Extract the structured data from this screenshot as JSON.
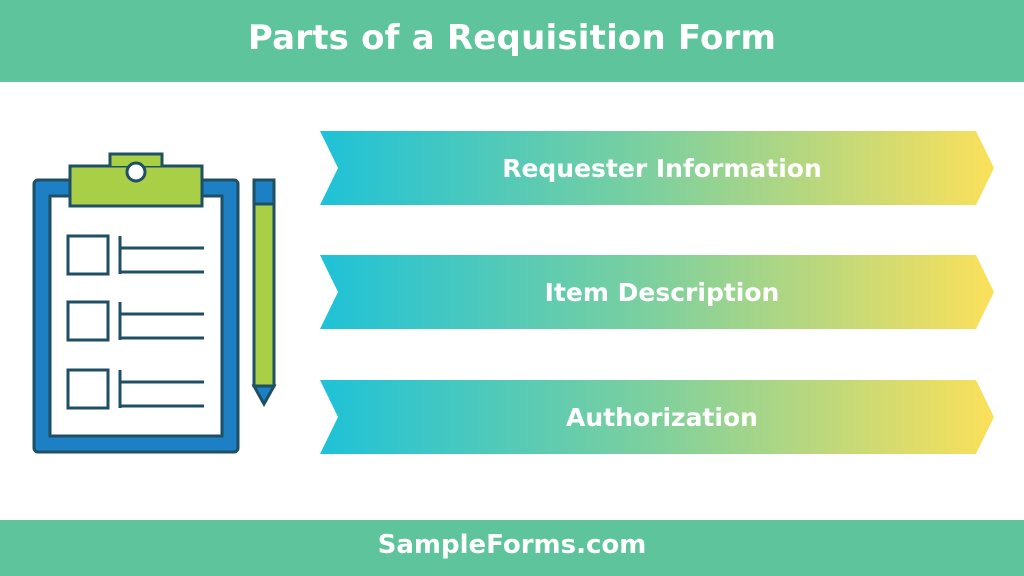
{
  "header": {
    "title": "Parts of a Requisition Form"
  },
  "footer": {
    "site": "SampleForms.com"
  },
  "ribbons": [
    {
      "label": "Requester Information"
    },
    {
      "label": "Item Description"
    },
    {
      "label": "Authorization"
    }
  ],
  "colors": {
    "banner": "#5ec49b",
    "gradient_start": "#1ec2d8",
    "gradient_mid": "#7fd09d",
    "gradient_end": "#fbe05a",
    "clipboard_blue": "#1d7fc4",
    "clipboard_green": "#a8cf45",
    "outline": "#1e4f63"
  },
  "icons": {
    "clipboard": "clipboard-checklist-icon",
    "pencil": "pencil-icon"
  }
}
